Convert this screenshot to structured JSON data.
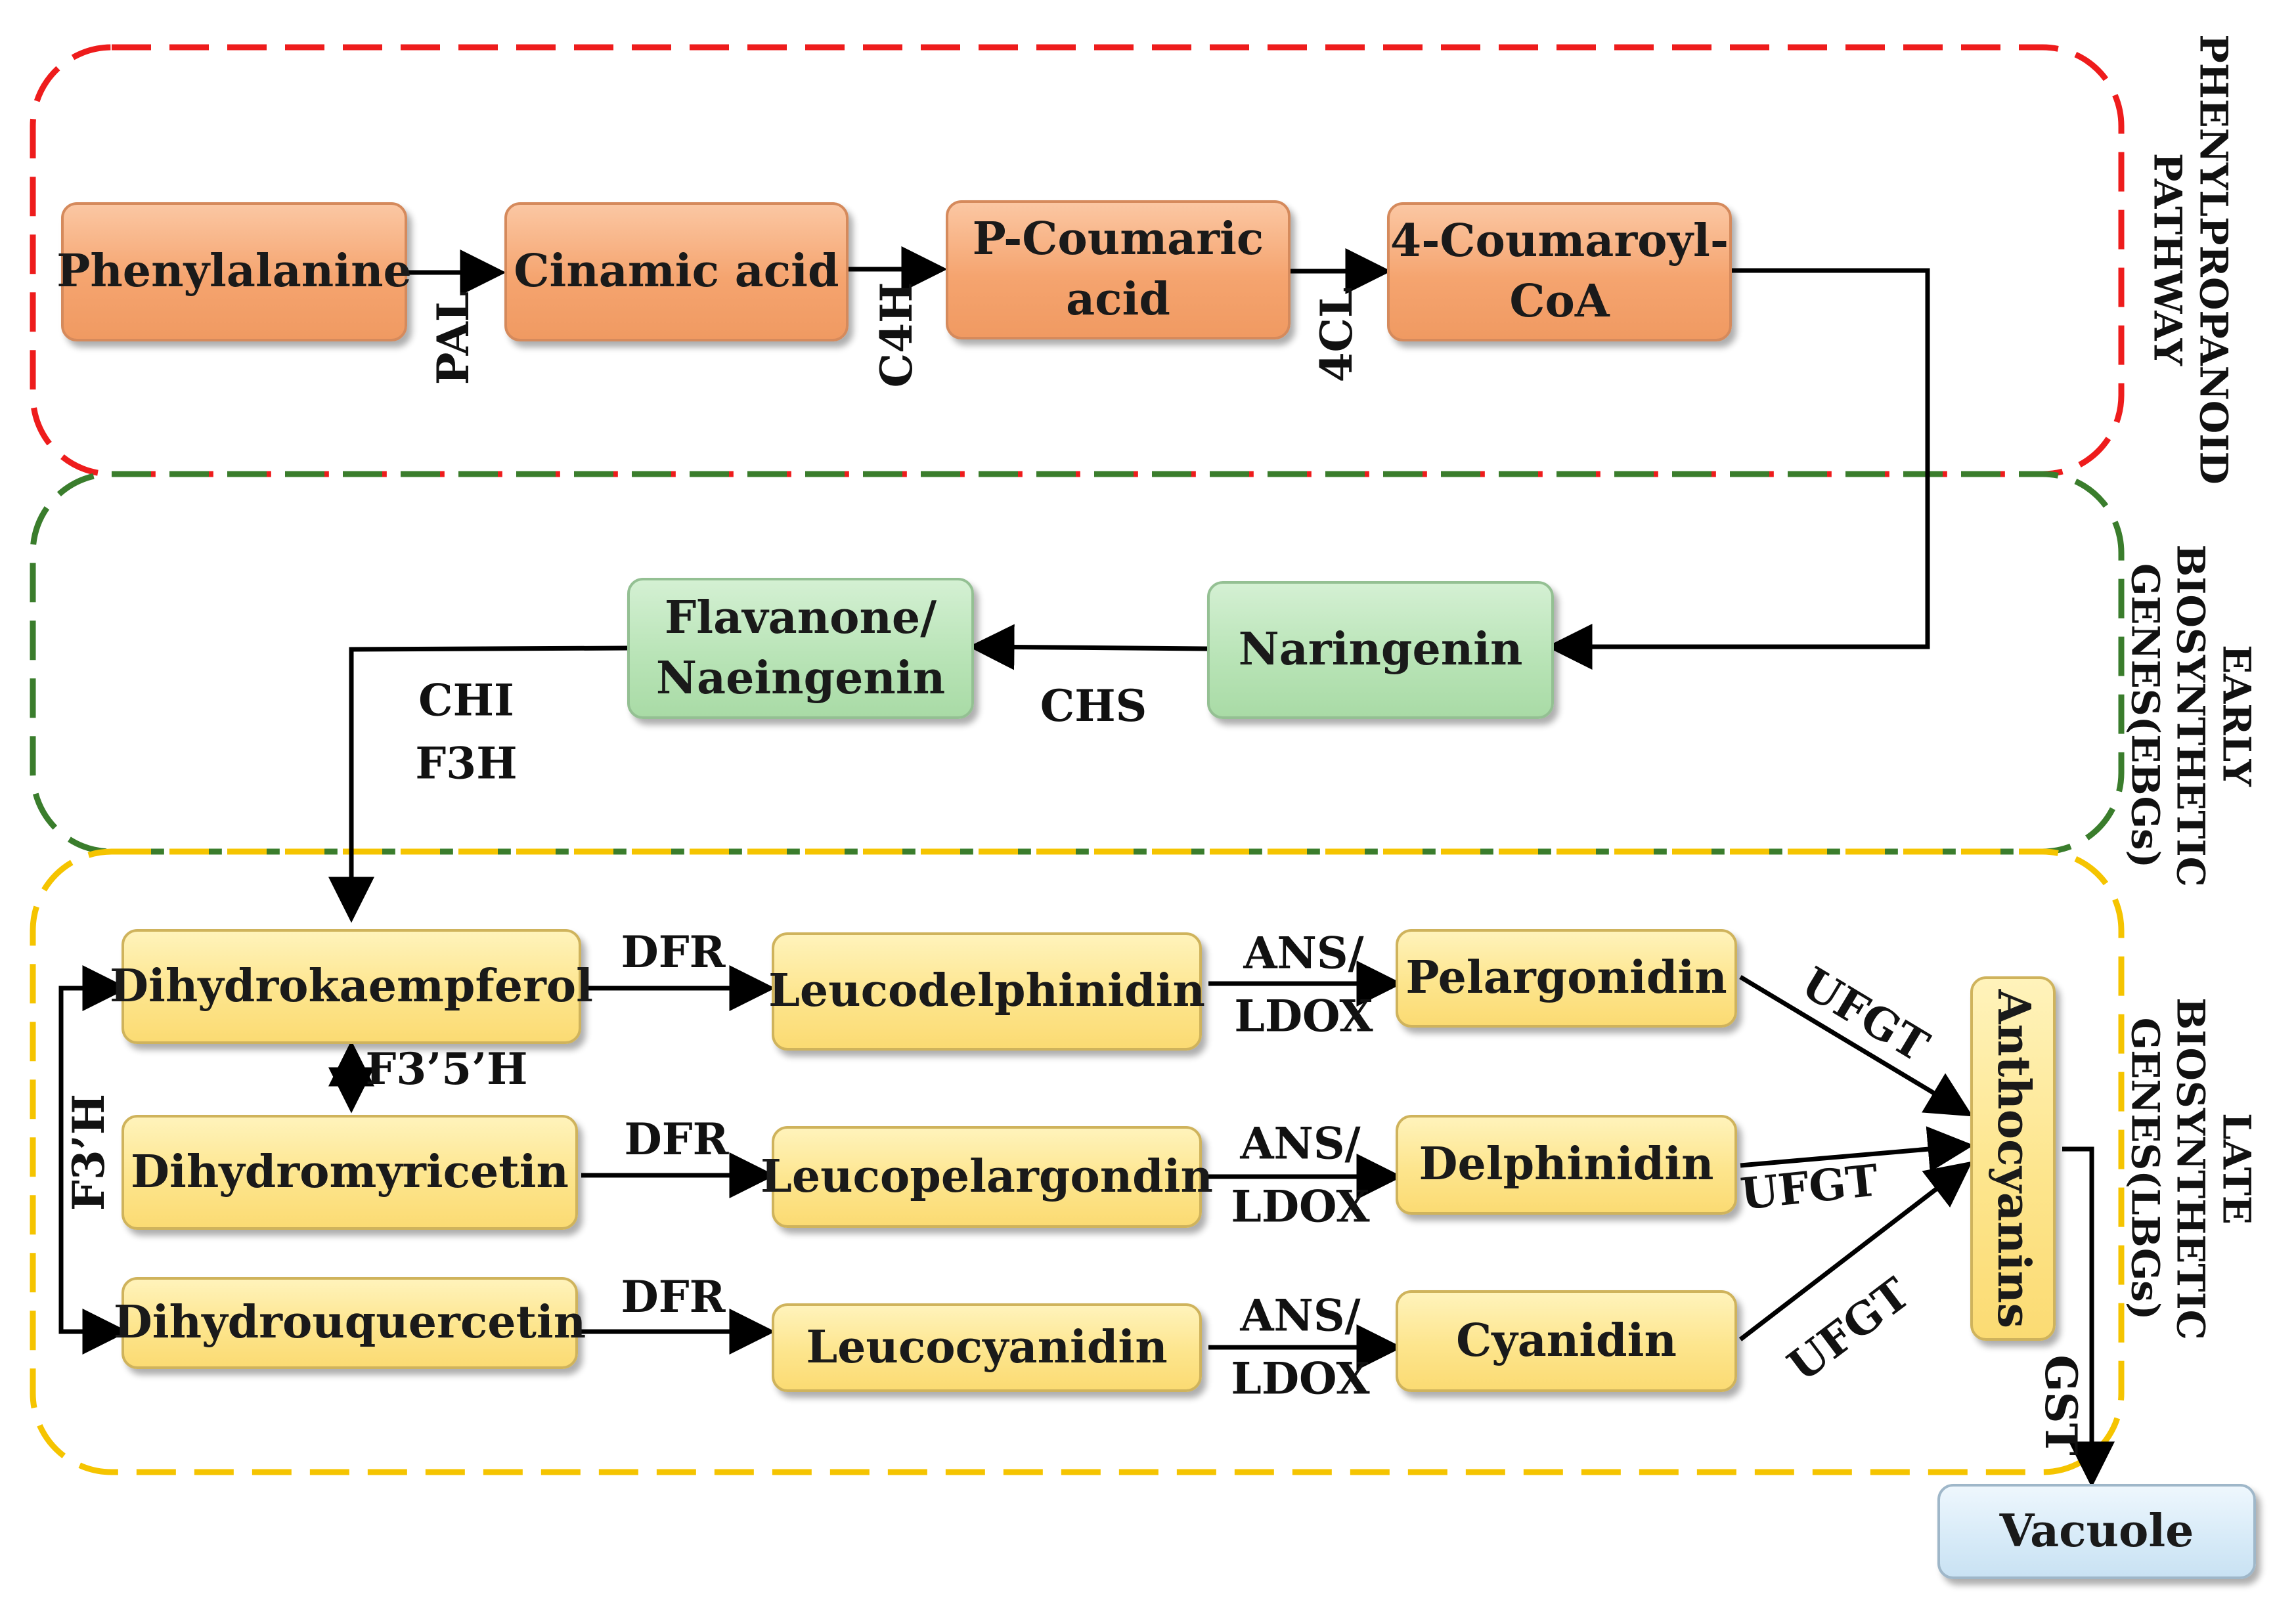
{
  "sections": {
    "phenylpropanoid": "PHENYLPROPANOID\nPATHWAY",
    "ebg": "EARLY\nBIOSYNTHETIC\nGENES(EBGs)",
    "lbg": "LATE\nBIOSYNTHETIC\nGENES(LBGs)"
  },
  "colors": {
    "phenylpropanoid_border": "#ee1c1c",
    "ebg_border": "#3a7d2c",
    "lbg_border": "#f5c400"
  },
  "nodes": {
    "phenylalanine": "Phenylalanine",
    "cinamic_acid": "Cinamic acid",
    "p_coumaric_acid": "P-Coumaric\nacid",
    "coumaroyl_coa": "4-Coumaroyl-\nCoA",
    "naringenin": "Naringenin",
    "flavanone": "Flavanone/\nNaeingenin",
    "dihydrokaempferol": "Dihydrokaempferol",
    "dihydromyricetin": "Dihydromyricetin",
    "dihydrouquercetin": "Dihydrouquercetin",
    "leucodelphinidin": "Leucodelphinidin",
    "leucopelargondin": "Leucopelargondin",
    "leucocyanidin": "Leucocyanidin",
    "pelargonidin": "Pelargonidin",
    "delphinidin": "Delphinidin",
    "cyanidin": "Cyanidin",
    "anthocyanins": "Anthocyanins",
    "vacuole": "Vacuole"
  },
  "enzymes": {
    "pal": "PAL",
    "c4h": "C4H",
    "fourcl": "4CL",
    "chs": "CHS",
    "chi_f3h": "CHI\nF3H",
    "f3h_prime": "F3’H",
    "f35h": "F3’5’H",
    "dfr_1": "DFR",
    "dfr_2": "DFR",
    "dfr_3": "DFR",
    "ans_1": "ANS/\nLDOX",
    "ans_2": "ANS/\nLDOX",
    "ans_3": "ANS/\nLDOX",
    "ufgt_1": "UFGT",
    "ufgt_2": "UFGT",
    "ufgt_3": "UFGT",
    "gst": "GST"
  }
}
